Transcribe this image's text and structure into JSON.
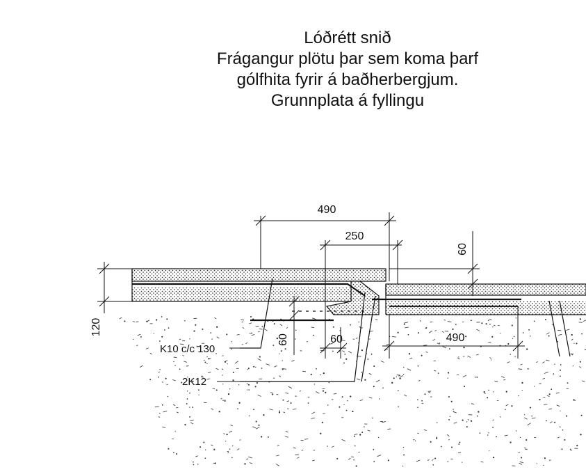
{
  "title": {
    "lines": [
      "Lóðrétt snið",
      "Frágangur plötu þar sem koma þarf",
      "gólfhita fyrir á baðherbergjum.",
      "Grunnplata á fyllingu"
    ]
  },
  "dimensions": {
    "top_490": "490",
    "top_250": "250",
    "right_60": "60",
    "left_120": "120",
    "mid_60_vertical": "60",
    "mid_60_horizontal": "60",
    "lower_490": "490"
  },
  "labels": {
    "rebar_mesh": "K10 c/c 130",
    "rebar_bars": "2K12"
  }
}
